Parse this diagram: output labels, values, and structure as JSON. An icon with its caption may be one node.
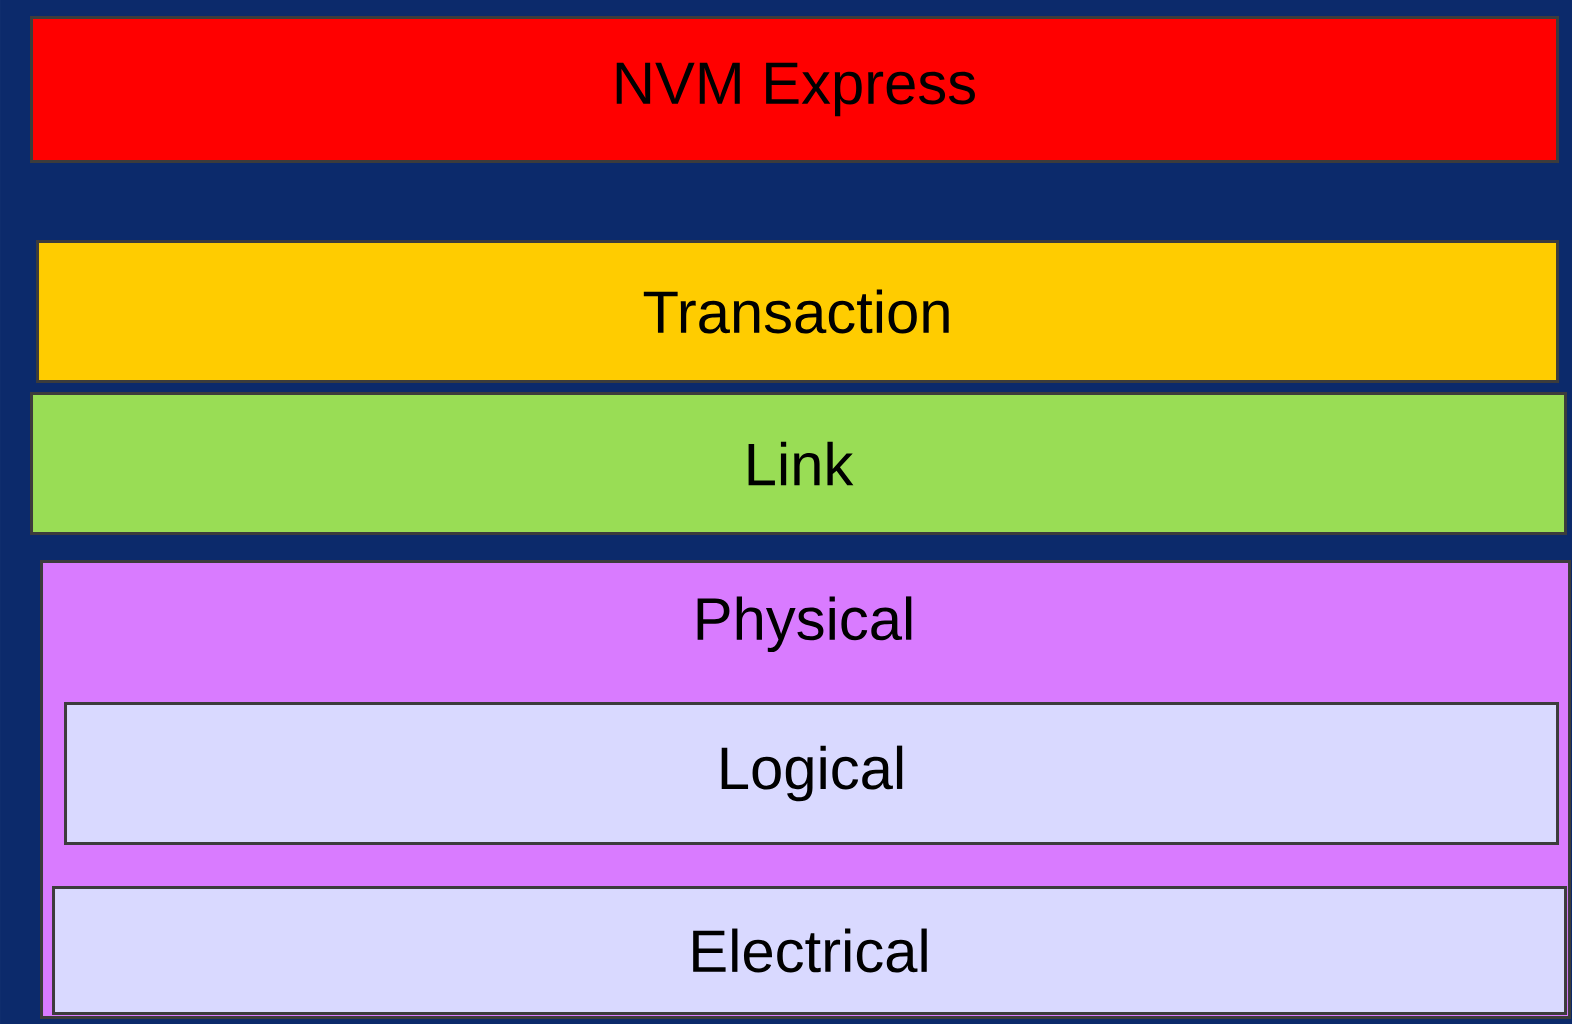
{
  "diagram": {
    "nodes": [
      {
        "text": [
          "NVM Express"
        ]
      },
      {
        "text": [
          "Transaction"
        ]
      },
      {
        "text": [
          "Link"
        ]
      },
      {
        "text": [
          "Physical"
        ]
      },
      {
        "text": [
          "Logical"
        ],
        "in": 3
      },
      {
        "text": [
          "Electrical"
        ],
        "in": 3
      }
    ]
  }
}
